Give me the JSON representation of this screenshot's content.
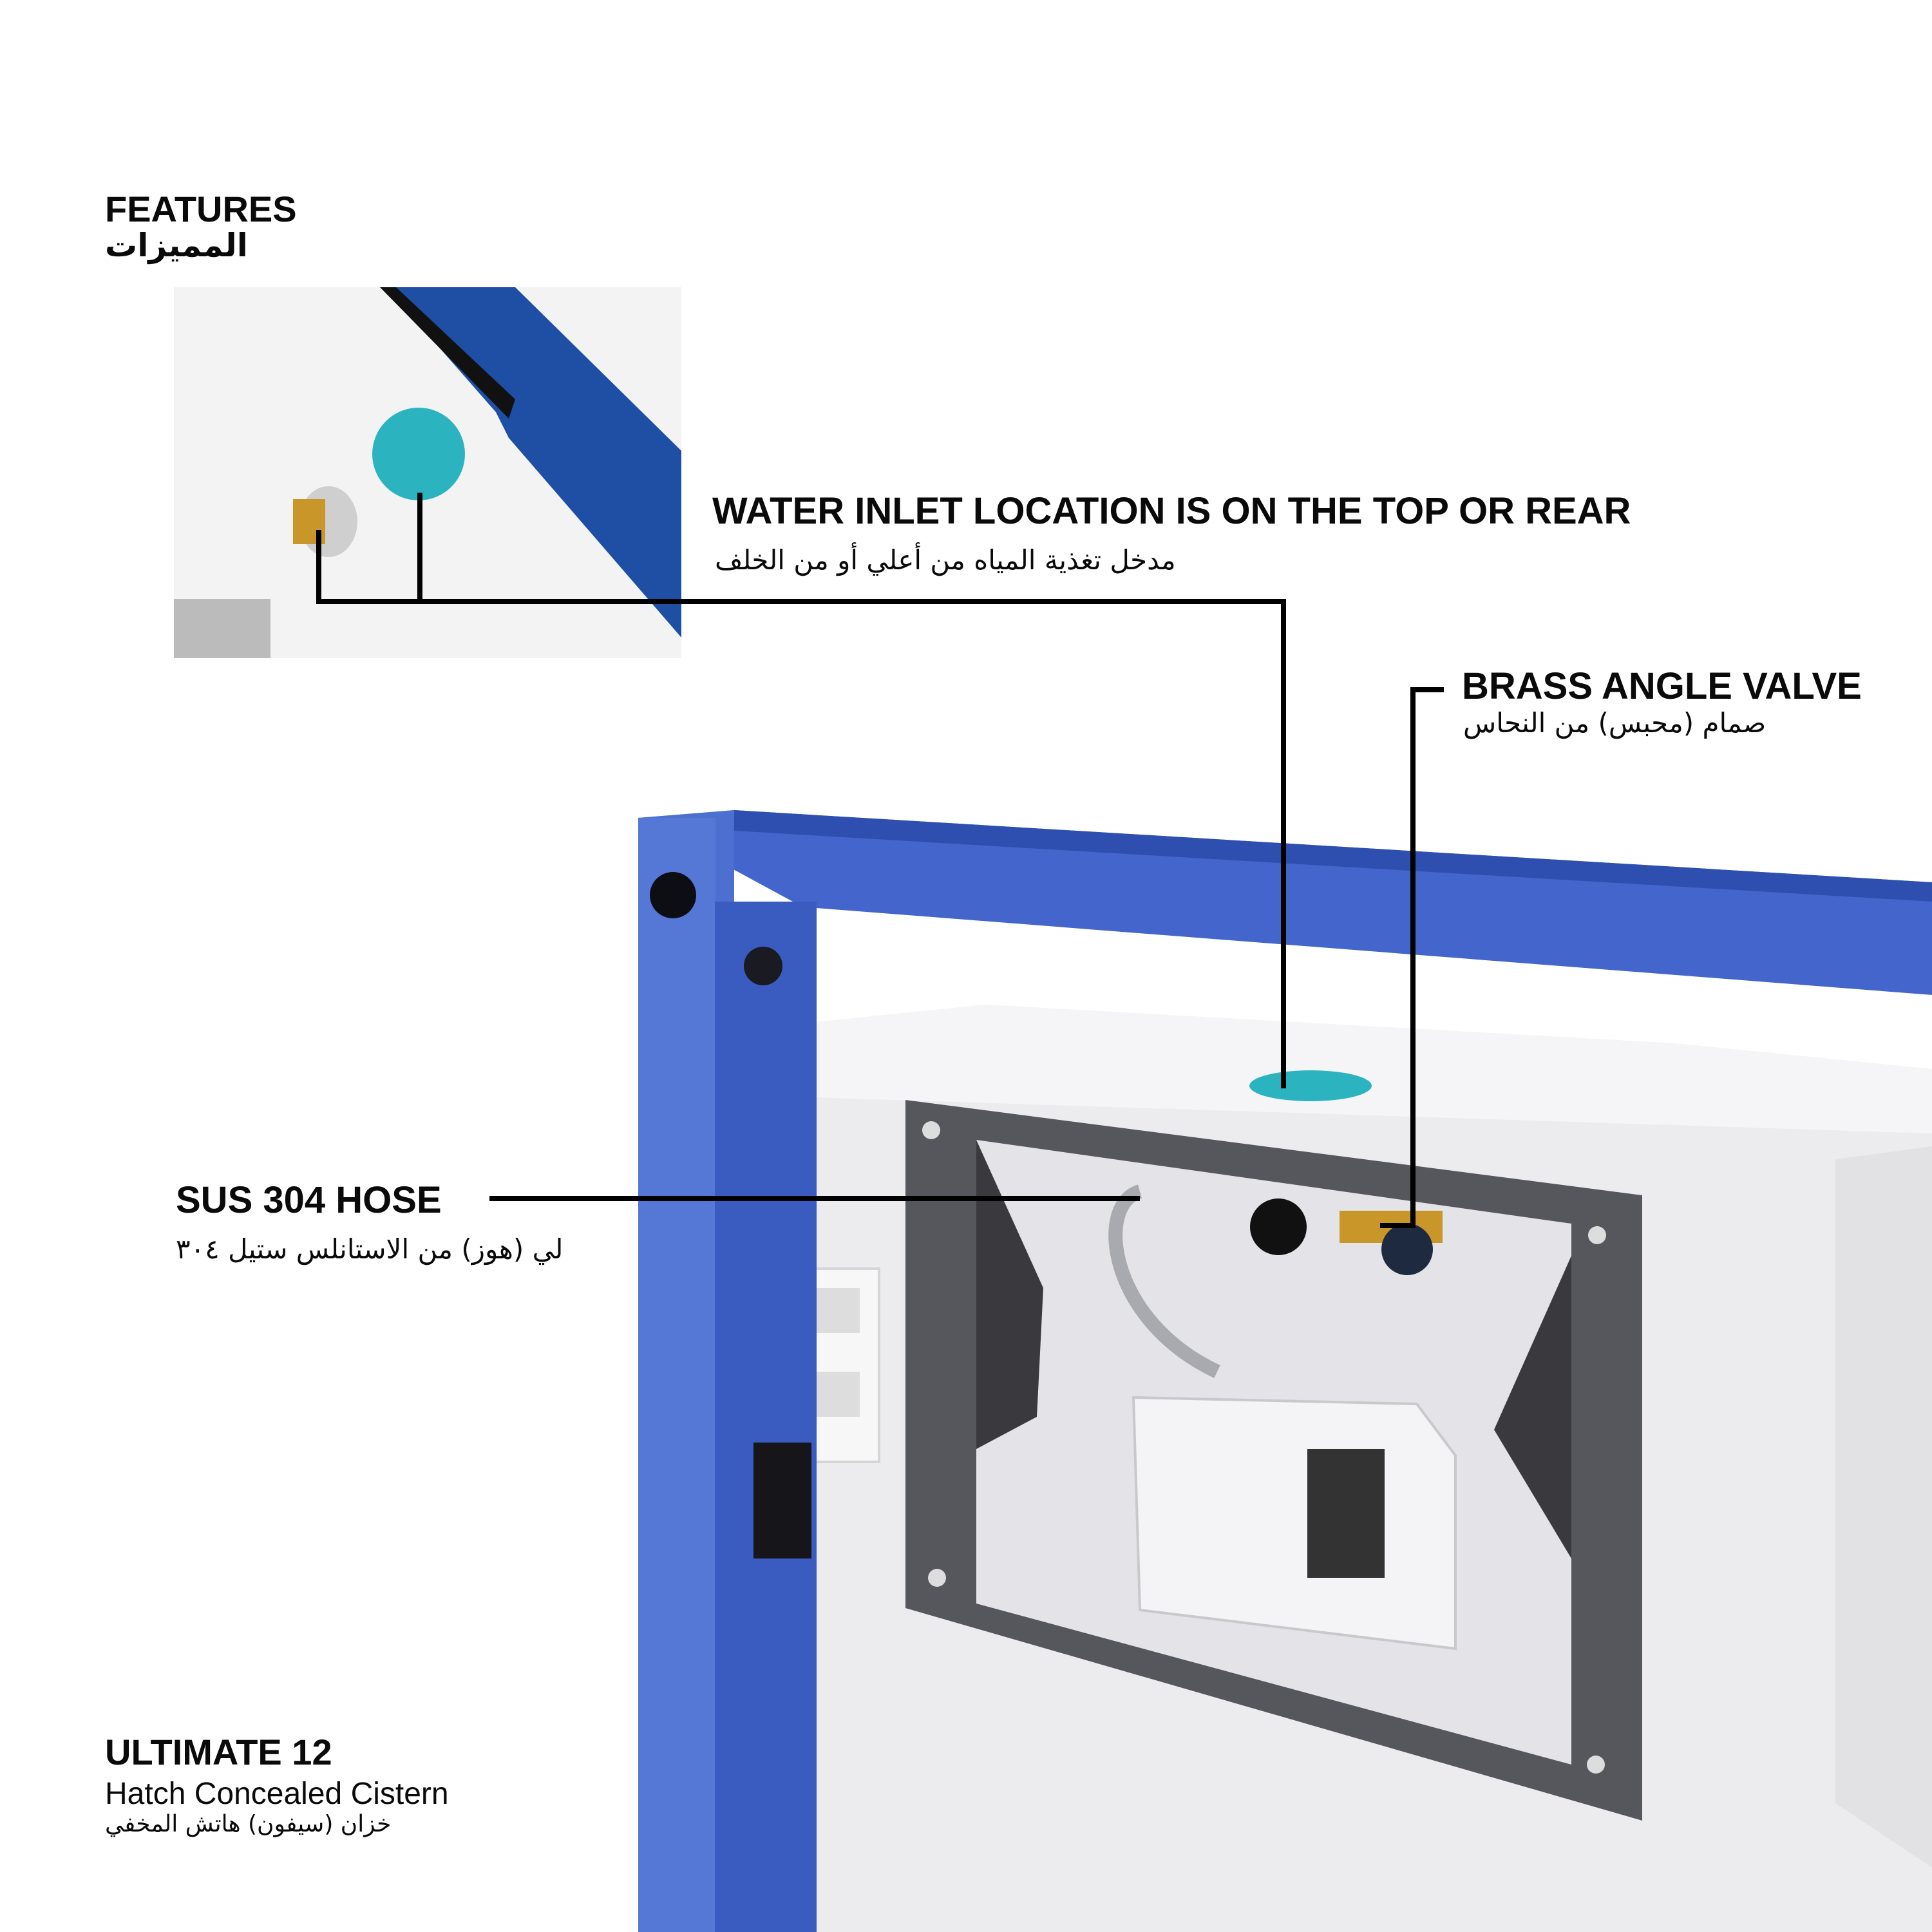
{
  "features": {
    "title": "FEATURES",
    "title_ar": "المميزات"
  },
  "callouts": {
    "water_inlet": {
      "title": "WATER INLET LOCATION IS ON THE TOP OR REAR",
      "title_ar": "مدخل تغذية المياه من أعلي أو من الخلف"
    },
    "brass_valve": {
      "title": "BRASS ANGLE VALVE",
      "title_ar": "صمام (محبس) من النحاس"
    },
    "hose": {
      "title": "SUS 304 HOSE",
      "title_ar": "لي (هوز) من الاستانلس ستيل ٣٠٤"
    }
  },
  "product": {
    "name": "ULTIMATE 12",
    "subtitle": "Hatch Concealed Cistern",
    "subtitle_ar": "خزان (سيفون) هاتش المخفي"
  },
  "colors": {
    "frame_blue": "#3f5fc4",
    "inlet_cyan": "#2bb3c0",
    "plate_gray": "#55575c",
    "text": "#0a0a0a"
  }
}
